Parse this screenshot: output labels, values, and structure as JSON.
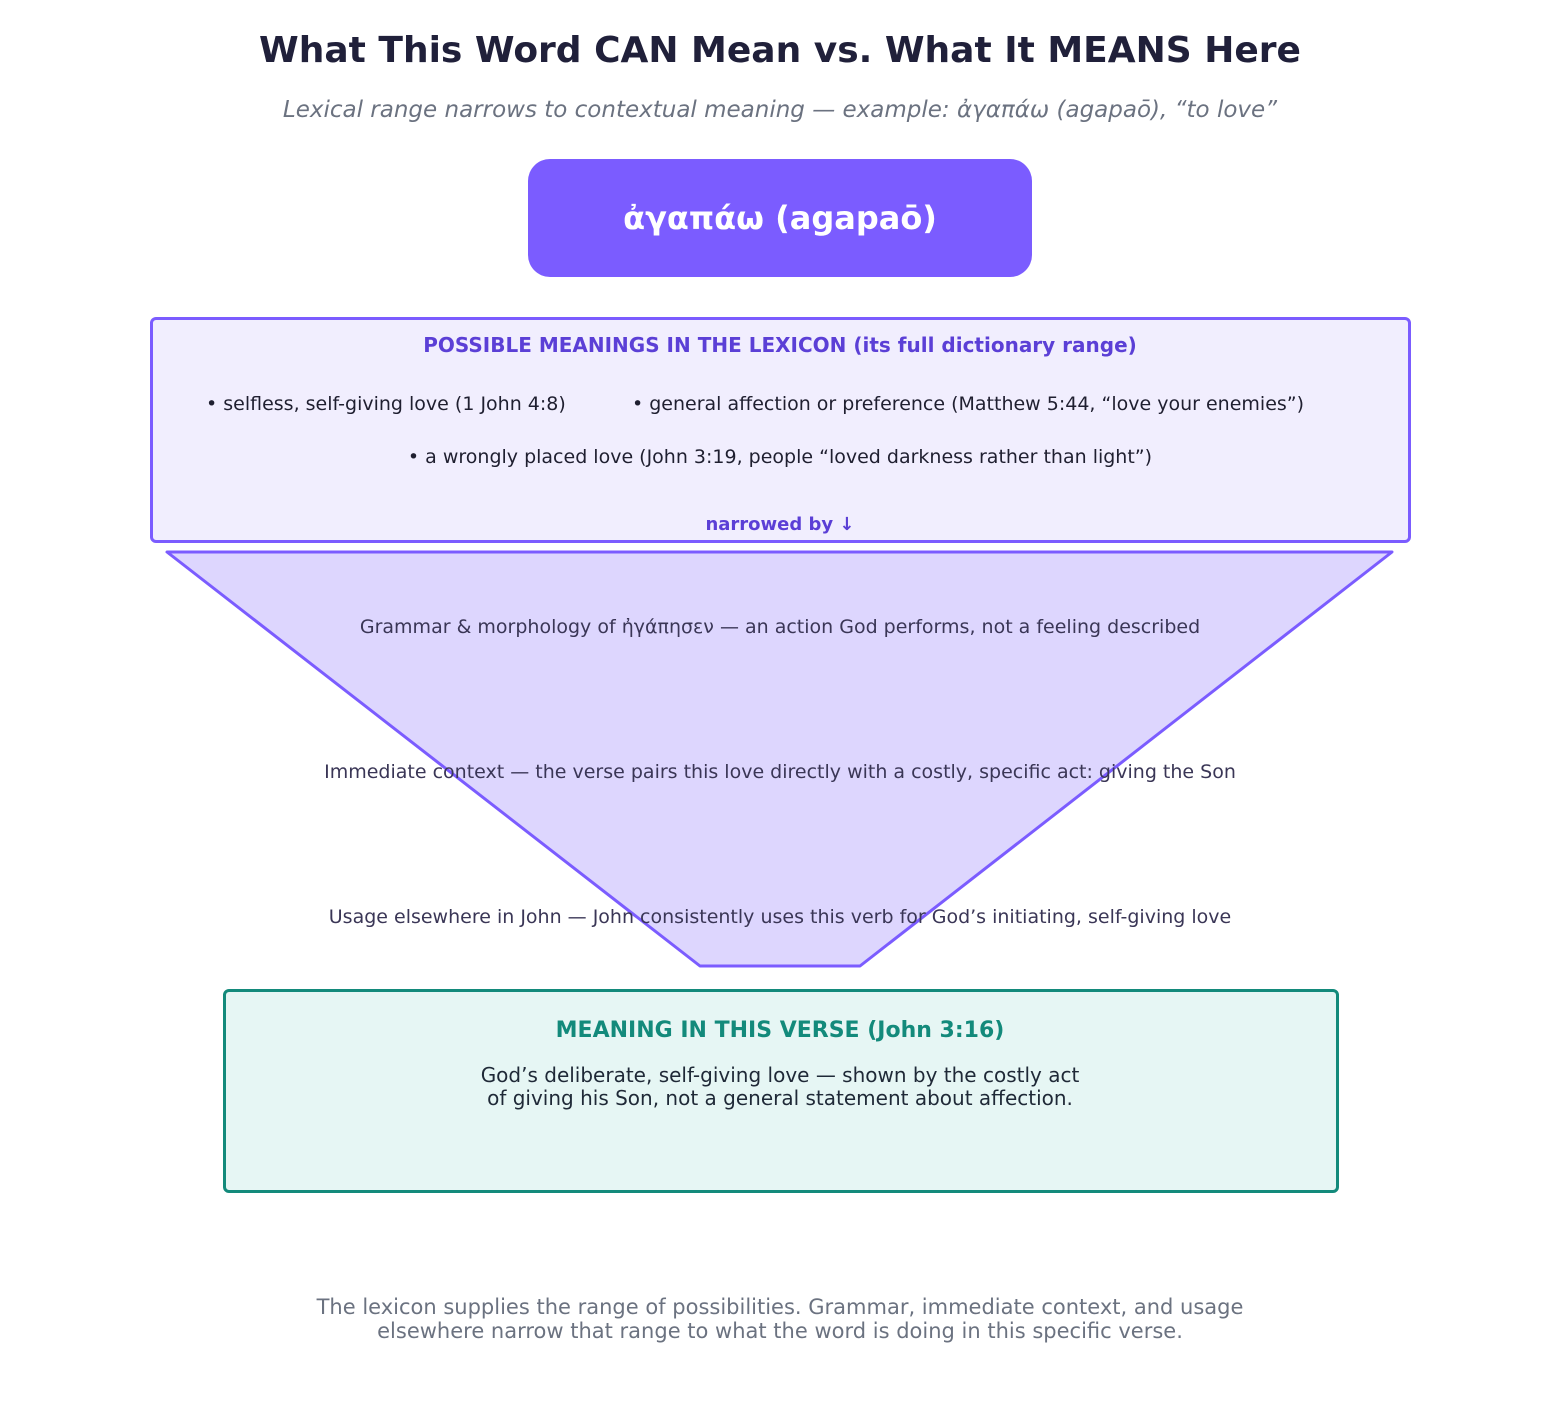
{
  "title": "What This Word CAN Mean vs. What It MEANS Here",
  "subtitle": "Lexical range narrows to contextual meaning — example: ἀγαπάω (agapaō), “to love”",
  "word": "ἀγαπάω  (agapaō)",
  "lexicon": {
    "heading": "POSSIBLE MEANINGS IN THE LEXICON (its full dictionary range)",
    "meanings": [
      "• selfless, self-giving love (1 John 4:8)",
      "• general affection or preference (Matthew 5:44, “love your enemies”)",
      "• a wrongly placed love (John 3:19, people “loved darkness rather than light”)"
    ],
    "narrowed_label": "narrowed by ↓"
  },
  "funnel": {
    "stages": [
      "Grammar & morphology of ἠγάπησεν — an action God performs, not a feeling described",
      "Immediate context — the verse pairs this love directly with a costly, specific act: giving the Son",
      "Usage elsewhere in John — John consistently uses this verb for God’s initiating, self-giving love"
    ]
  },
  "verse": {
    "heading": "MEANING IN THIS VERSE (John 3:16)",
    "lines": [
      "God’s deliberate, self-giving love — shown by the costly act",
      "of giving his Son, not a general statement about affection."
    ]
  },
  "footer": {
    "lines": [
      "The lexicon supplies the range of possibilities. Grammar, immediate context, and usage",
      "elsewhere narrow that range to what the word is doing in this specific verse."
    ]
  },
  "colors": {
    "accent": "#7b5cff",
    "accent_dark": "#5b3fd6",
    "lexicon_bg": "#f1eefe",
    "funnel_fill": "#ddd6fe",
    "verse_accent": "#138a7b",
    "verse_bg": "#e6f6f4"
  }
}
